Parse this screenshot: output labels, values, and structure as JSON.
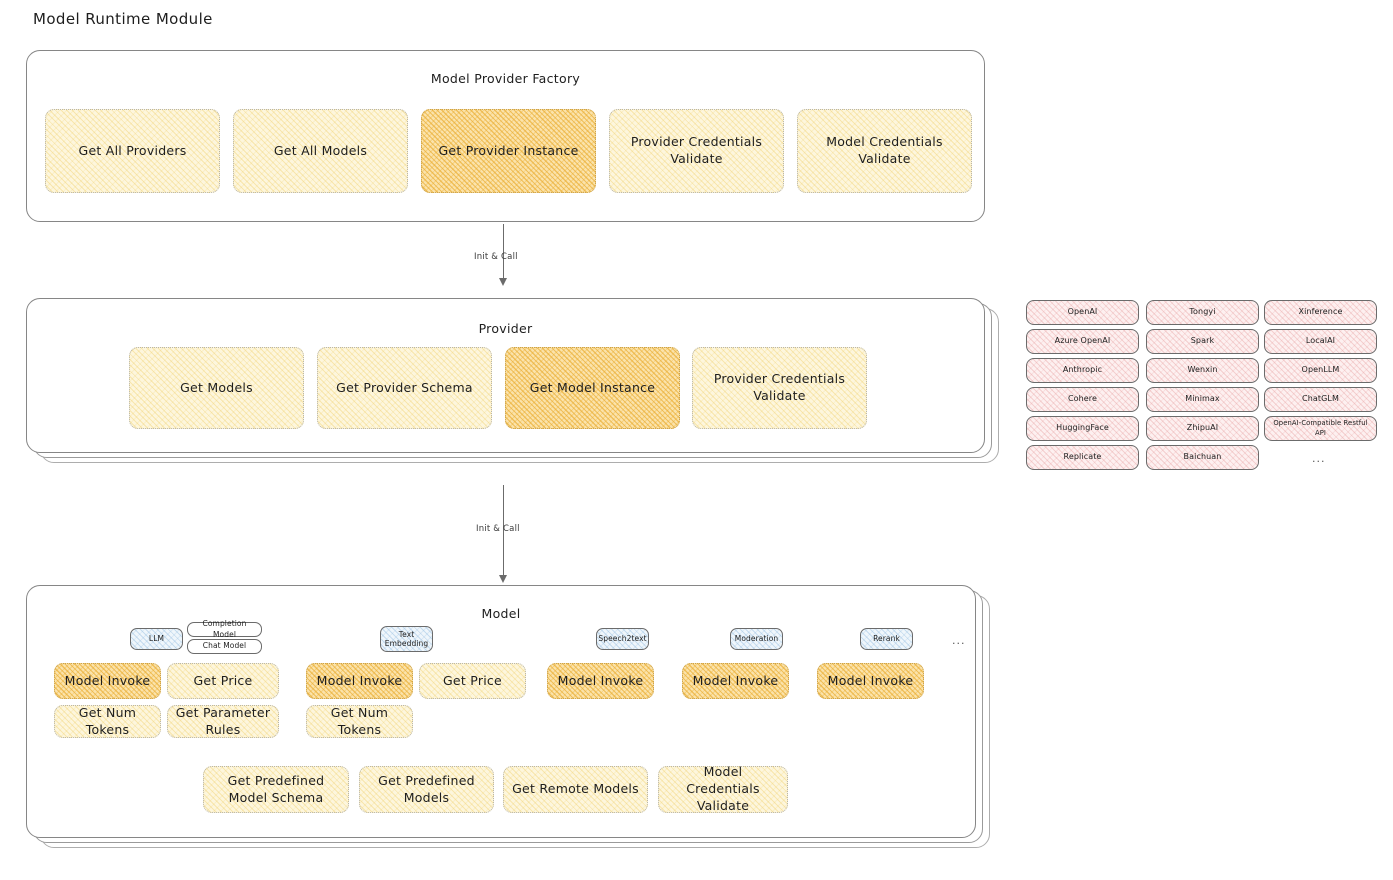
{
  "page": {
    "title": "Model Runtime Module"
  },
  "arrows": [
    {
      "label": "Init & Call"
    },
    {
      "label": "Init & Call"
    }
  ],
  "sections": {
    "factory": {
      "title": "Model Provider Factory",
      "items": [
        {
          "label": "Get All Providers",
          "highlight": false
        },
        {
          "label": "Get All Models",
          "highlight": false
        },
        {
          "label": "Get Provider Instance",
          "highlight": true
        },
        {
          "label": "Provider Credentials Validate",
          "highlight": false
        },
        {
          "label": "Model Credentials Validate",
          "highlight": false
        }
      ]
    },
    "provider": {
      "title": "Provider",
      "items": [
        {
          "label": "Get Models",
          "highlight": false
        },
        {
          "label": "Get Provider Schema",
          "highlight": false
        },
        {
          "label": "Get Model Instance",
          "highlight": true
        },
        {
          "label": "Provider Credentials Validate",
          "highlight": false
        }
      ]
    },
    "model": {
      "title": "Model",
      "ellipsis": "...",
      "types": [
        {
          "name": "LLM",
          "subtypes": [
            "Completion Model",
            "Chat Model"
          ],
          "ops": [
            {
              "label": "Model Invoke",
              "highlight": true
            },
            {
              "label": "Get Price",
              "highlight": false
            },
            {
              "label": "Get Num Tokens",
              "highlight": false
            },
            {
              "label": "Get Parameter Rules",
              "highlight": false
            }
          ]
        },
        {
          "name": "Text Embedding",
          "subtypes": [],
          "ops": [
            {
              "label": "Model Invoke",
              "highlight": true
            },
            {
              "label": "Get Price",
              "highlight": false
            },
            {
              "label": "Get Num Tokens",
              "highlight": false
            }
          ]
        },
        {
          "name": "Speech2text",
          "subtypes": [],
          "ops": [
            {
              "label": "Model Invoke",
              "highlight": true
            }
          ]
        },
        {
          "name": "Moderation",
          "subtypes": [],
          "ops": [
            {
              "label": "Model Invoke",
              "highlight": true
            }
          ]
        },
        {
          "name": "Rerank",
          "subtypes": [],
          "ops": [
            {
              "label": "Model Invoke",
              "highlight": true
            }
          ]
        }
      ],
      "common_ops": [
        {
          "label": "Get Predefined Model Schema"
        },
        {
          "label": "Get Predefined Models"
        },
        {
          "label": "Get Remote Models"
        },
        {
          "label": "Model Credentials Validate"
        }
      ]
    },
    "provider_list": {
      "ellipsis": "...",
      "columns": [
        {
          "items": [
            "OpenAI",
            "Azure OpenAI",
            "Anthropic",
            "Cohere",
            "HuggingFace",
            "Replicate"
          ]
        },
        {
          "items": [
            "Tongyi",
            "Spark",
            "Wenxin",
            "Minimax",
            "ZhipuAI",
            "Baichuan"
          ]
        },
        {
          "items": [
            "Xinference",
            "LocalAI",
            "OpenLLM",
            "ChatGLM",
            "OpenAI-Compatible Restful API"
          ]
        }
      ]
    }
  },
  "colors": {
    "yellow_fill": "#fdf6dd",
    "orange_fill": "#fbe3ab",
    "pink_fill": "#fdf0f0",
    "blue_fill": "#eff6fb",
    "stroke": "#868686",
    "text": "#1e1e1e"
  }
}
